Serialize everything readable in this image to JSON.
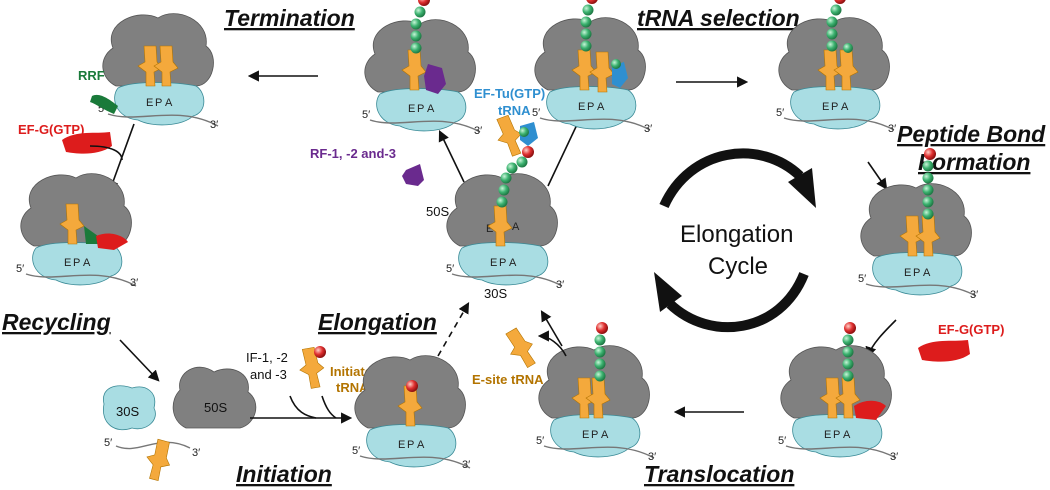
{
  "stages": {
    "termination": "Termination",
    "trna_selection": "tRNA selection",
    "peptide_bond_1": "Peptide Bond",
    "peptide_bond_2": "Formation",
    "recycling": "Recycling",
    "elongation": "Elongation",
    "initiation": "Initiation",
    "translocation": "Translocation"
  },
  "factors": {
    "rrf": "RRF",
    "efg_gtp": "EF-G(GTP)",
    "rf": "RF-1, -2 and-3",
    "eftu_1": "EF-Tu(GTP)",
    "eftu_2": "tRNA",
    "initiator_1": "Initiator",
    "initiator_2": "tRNA",
    "if_1": "IF-1, -2",
    "if_2": "and -3",
    "esite": "E-site tRNA",
    "efg_gtp_2": "EF-G(GTP)"
  },
  "subunits": {
    "large": "50S",
    "small": "30S"
  },
  "sites": {
    "e": "E",
    "p": "P",
    "a": "A"
  },
  "ends": {
    "five": "5′",
    "three": "3′"
  },
  "cycle": {
    "line1": "Elongation",
    "line2": "Cycle"
  },
  "colors": {
    "large_subunit": "#808080",
    "small_subunit": "#a9dde3",
    "trna": "#f4a93c",
    "peptide": "#3db371",
    "aa_red": "#e03030",
    "rrf": "#1a7a3a",
    "efg": "#dd1c1c",
    "rf": "#6a2a8e",
    "eftu": "#2f8fd0",
    "initiator": "#b37400"
  }
}
